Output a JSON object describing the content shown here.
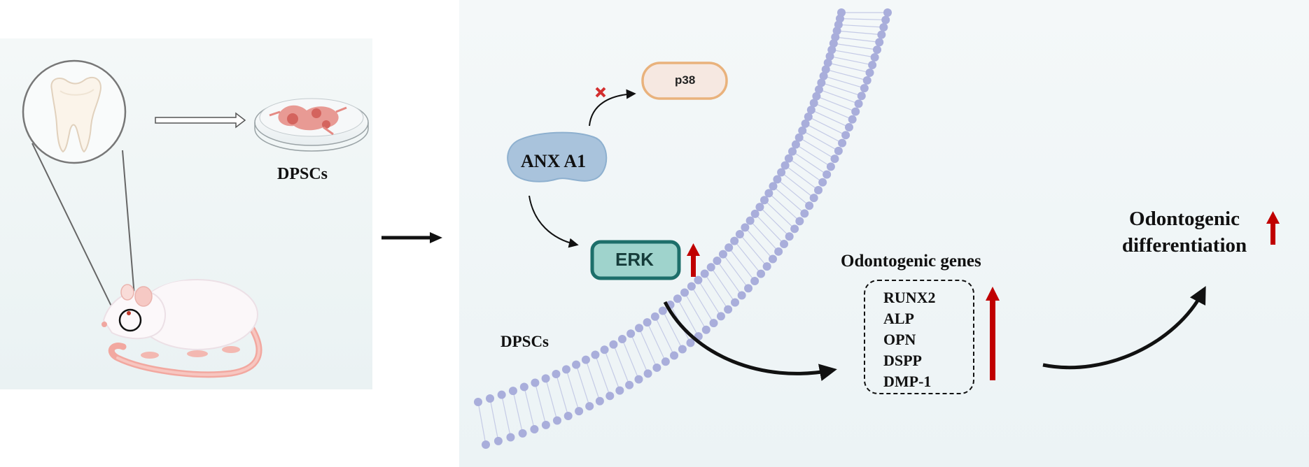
{
  "left_panel": {
    "dpscs_label": "DPSCs"
  },
  "pathway": {
    "anxa1_label": "ANX A1",
    "p38_label": "p38",
    "erk_label": "ERK",
    "cell_label": "DPSCs"
  },
  "genes": {
    "title": "Odontogenic genes",
    "items": [
      "RUNX2",
      "ALP",
      "OPN",
      "DSPP",
      "DMP-1"
    ]
  },
  "outcome": {
    "line1": "Odontogenic",
    "line2": "differentiation"
  },
  "colors": {
    "up_arrow": "#c00000",
    "inhibit_mark": "#d32f2f",
    "membrane_head": "#a9aedb",
    "anxa1_fill": "#a9c3dc",
    "p38_border": "#e9b27c",
    "erk_fill": "#9fd3cc",
    "erk_border": "#1d6e6a"
  }
}
